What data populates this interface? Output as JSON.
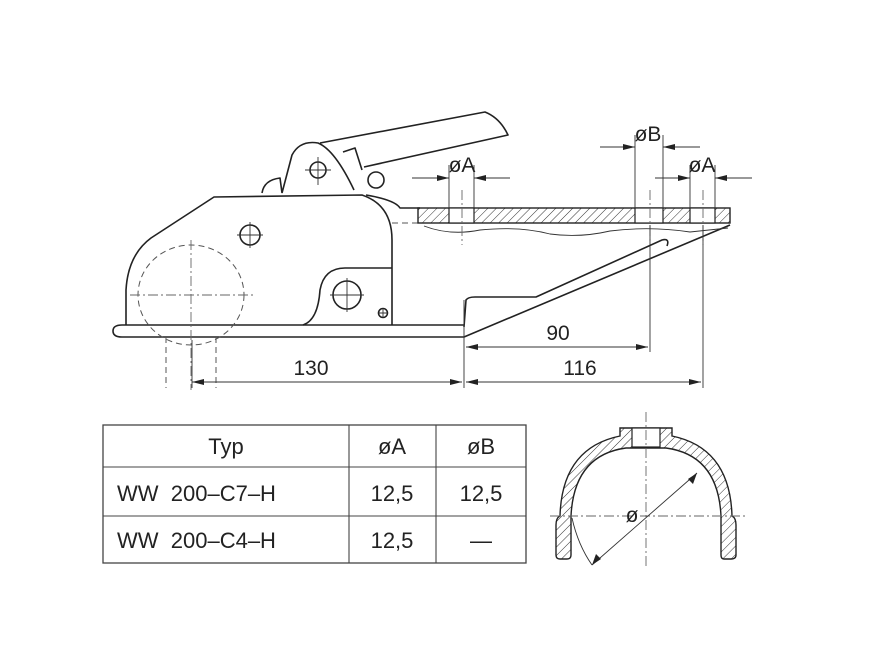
{
  "drawing": {
    "dimensions": {
      "ball_to_plate": "130",
      "plate_to_hole_b": "90",
      "plate_to_hole_a": "116",
      "hole_a_left": "øA",
      "hole_b": "øB",
      "hole_a_right": "øA"
    },
    "cross_section_label": "ø"
  },
  "table": {
    "headers": [
      "Typ",
      "øA",
      "øB"
    ],
    "rows": [
      [
        "WW  200–C7–H",
        "12,5",
        "12,5"
      ],
      [
        "WW  200–C4–H",
        "12,5",
        "—"
      ]
    ]
  },
  "colors": {
    "line": "#222222",
    "background": "#ffffff"
  }
}
